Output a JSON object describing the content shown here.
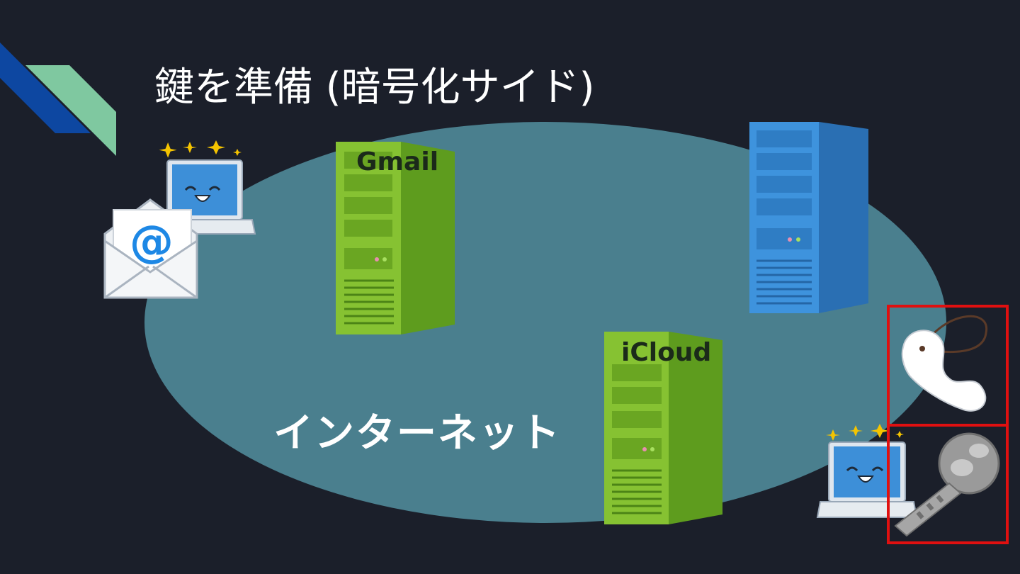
{
  "slide": {
    "title": "鍵を準備 (暗号化サイド)",
    "network_label": "インターネット",
    "servers": [
      {
        "label": "Gmail"
      },
      {
        "label": "iCloud"
      },
      {
        "label": ""
      }
    ],
    "icons": {
      "sender_laptop": "laptop-smile-icon",
      "mail": "envelope-at-icon",
      "receiver_laptop": "laptop-smile-icon",
      "key_tag": "key-tag-icon",
      "key": "key-icon"
    },
    "colors": {
      "background": "#1b1f2a",
      "internet_ellipse": "#4a7f8e",
      "green_server": "#7fbf2a",
      "blue_server": "#3a8fd6",
      "highlight_box": "#e01010"
    }
  }
}
